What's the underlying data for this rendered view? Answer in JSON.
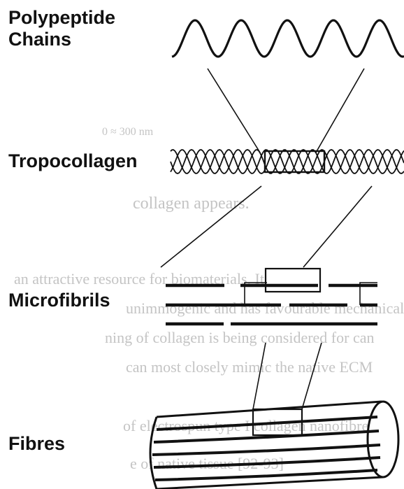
{
  "labels": {
    "polypeptide_line1": "Polypeptide",
    "polypeptide_line2": "Chains",
    "tropocollagen": "Tropocollagen",
    "microfibrils": "Microfibrils",
    "fibres": "Fibres"
  },
  "background_text": {
    "scale_note": "0 ≈ 300 nm",
    "caption": "collagen appears.",
    "lines": [
      "an attractive resource for biomaterials. It",
      "unimmogenic and has favourable mechanical",
      "ning of collagen is being considered for can",
      "can most closely mimic the native ECM",
      "of electrospun type I collagen nanofibre",
      "e of native tissue [92-93]"
    ]
  },
  "colors": {
    "ink": "#111111",
    "faded_background_text": "#c4c4c4",
    "background": "#ffffff"
  }
}
